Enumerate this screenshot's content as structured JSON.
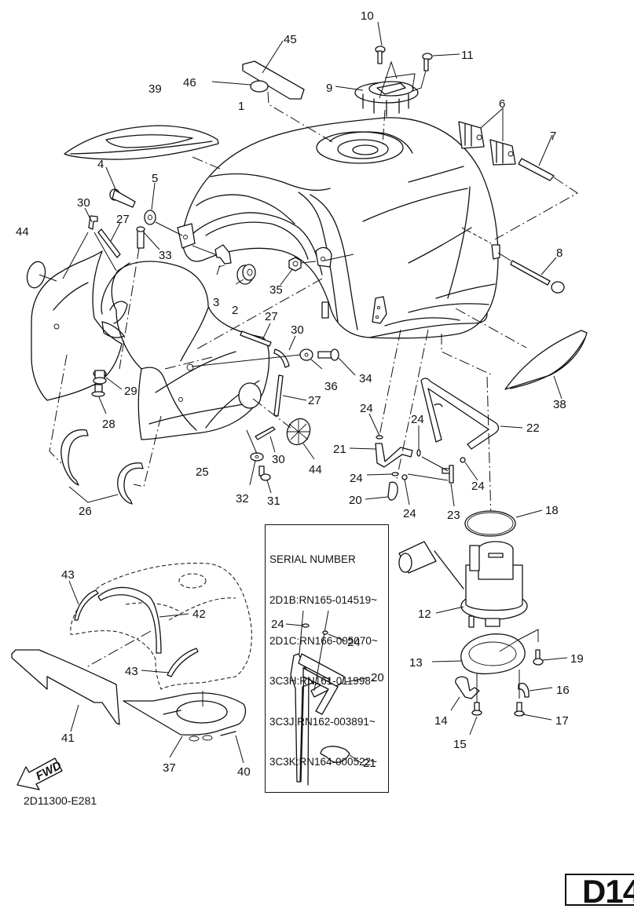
{
  "diagram": {
    "title": "Fuel Tank exploded parts diagram",
    "diagram_code": "2D11300-E281",
    "page_id": "D14",
    "fwd_label": "FWD",
    "callouts": [
      "1",
      "2",
      "3",
      "4",
      "5",
      "6",
      "7",
      "8",
      "9",
      "10",
      "11",
      "12",
      "13",
      "14",
      "15",
      "16",
      "17",
      "18",
      "19",
      "20",
      "21",
      "22",
      "23",
      "24",
      "25",
      "26",
      "27",
      "28",
      "29",
      "30",
      "31",
      "32",
      "33",
      "34",
      "35",
      "36",
      "37",
      "38",
      "39",
      "40",
      "41",
      "42",
      "43",
      "44",
      "45",
      "46"
    ],
    "labels": {
      "c1": "1",
      "c2": "2",
      "c3": "3",
      "c4": "4",
      "c5": "5",
      "c6": "6",
      "c7": "7",
      "c8": "8",
      "c9": "9",
      "c10": "10",
      "c11": "11",
      "c12": "12",
      "c13": "13",
      "c14": "14",
      "c15": "15",
      "c16": "16",
      "c17": "17",
      "c18": "18",
      "c19": "19",
      "c20": "20",
      "c20b": "20",
      "c21": "21",
      "c21b": "21",
      "c22": "22",
      "c23": "23",
      "c24a": "24",
      "c24b": "24",
      "c24c": "24",
      "c24d": "24",
      "c24e": "24",
      "c24f": "24",
      "c24g": "24",
      "c25": "25",
      "c26": "26",
      "c27a": "27",
      "c27b": "27",
      "c27c": "27",
      "c28": "28",
      "c29": "29",
      "c30a": "30",
      "c30b": "30",
      "c30c": "30",
      "c31": "31",
      "c32": "32",
      "c33": "33",
      "c34": "34",
      "c35": "35",
      "c36": "36",
      "c37": "37",
      "c38": "38",
      "c39": "39",
      "c40": "40",
      "c41": "41",
      "c42": "42",
      "c43a": "43",
      "c43b": "43",
      "c44a": "44",
      "c44b": "44",
      "c45": "45",
      "c46": "46"
    }
  },
  "serial_box": {
    "heading": "SERIAL NUMBER",
    "entries": [
      "2D1B:RN165-014519~",
      "2D1C:RN166-005070~",
      "3C3H:RN161-011998~",
      "3C3J:RN162-003891~",
      "3C3K:RN164-000522~"
    ]
  }
}
